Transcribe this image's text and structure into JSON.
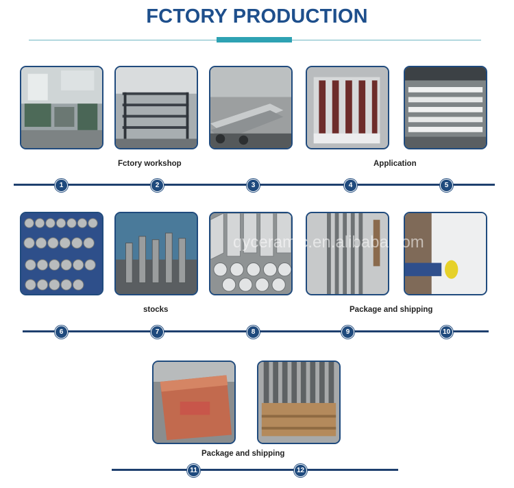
{
  "header": {
    "title": "FCTORY PRODUCTION"
  },
  "captions": {
    "workshop": "Fctory workshop",
    "application": "Application",
    "stocks": "stocks",
    "package_row2": "Package and shipping",
    "package_row3": "Package and shipping"
  },
  "markers": [
    "1",
    "2",
    "3",
    "4",
    "5",
    "6",
    "7",
    "8",
    "9",
    "10",
    "11",
    "12"
  ],
  "watermark": "qyceramic.en.alibaba.com",
  "colors": {
    "title": "#1e4f8c",
    "accent": "#2ea2b3",
    "line": "#1e3f6e",
    "marker": "#1f4a7d"
  }
}
